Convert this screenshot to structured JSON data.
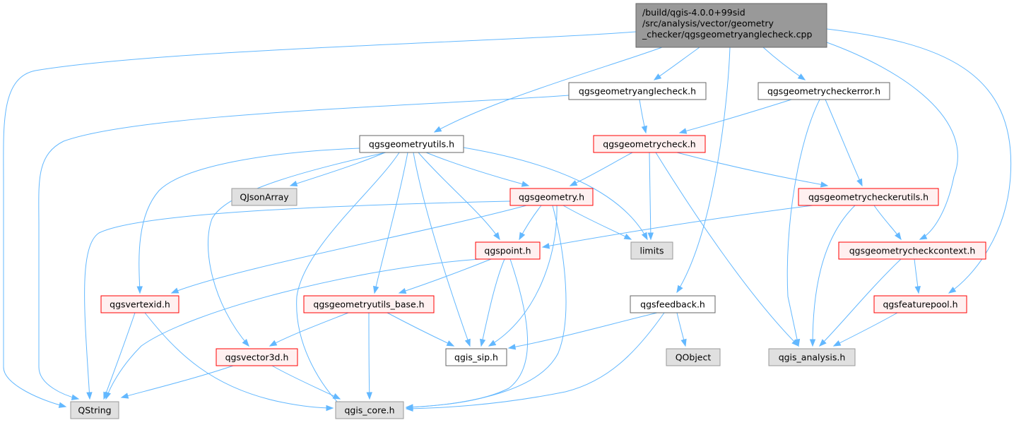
{
  "colors": {
    "edge": "#63b8ff",
    "root_fill": "#999999",
    "root_border": "#666666",
    "plain_fill": "#ffffff",
    "plain_border": "#666666",
    "red_fill": "#fff0f0",
    "red_border": "#ff0000",
    "gray_fill": "#e0e0e0",
    "gray_border": "#999999"
  },
  "nodes": [
    {
      "id": "root",
      "style": "root",
      "label": [
        "/build/qgis-4.0.0+99sid",
        "/src/analysis/vector/geometry",
        "_checker/qgsgeometryanglecheck.cpp"
      ]
    },
    {
      "id": "anglecheck_h",
      "style": "plain",
      "label": [
        "qgsgeometryanglecheck.h"
      ]
    },
    {
      "id": "checkerror_h",
      "style": "plain",
      "label": [
        "qgsgeometrycheckerror.h"
      ]
    },
    {
      "id": "geometryutils_h",
      "style": "plain",
      "label": [
        "qgsgeometryutils.h"
      ]
    },
    {
      "id": "geometrycheck_h",
      "style": "red",
      "label": [
        "qgsgeometrycheck.h"
      ]
    },
    {
      "id": "qjsonarray",
      "style": "gray",
      "label": [
        "QJsonArray"
      ]
    },
    {
      "id": "geometry_h",
      "style": "red",
      "label": [
        "qgsgeometry.h"
      ]
    },
    {
      "id": "checkerutils_h",
      "style": "red",
      "label": [
        "qgsgeometrycheckerutils.h"
      ]
    },
    {
      "id": "point_h",
      "style": "red",
      "label": [
        "qgspoint.h"
      ]
    },
    {
      "id": "limits",
      "style": "gray",
      "label": [
        "limits"
      ]
    },
    {
      "id": "checkcontext_h",
      "style": "red",
      "label": [
        "qgsgeometrycheckcontext.h"
      ]
    },
    {
      "id": "vertexid_h",
      "style": "red",
      "label": [
        "qgsvertexid.h"
      ]
    },
    {
      "id": "utils_base_h",
      "style": "red",
      "label": [
        "qgsgeometryutils_base.h"
      ]
    },
    {
      "id": "feedback_h",
      "style": "plain",
      "label": [
        "qgsfeedback.h"
      ]
    },
    {
      "id": "featurepool_h",
      "style": "red",
      "label": [
        "qgsfeaturepool.h"
      ]
    },
    {
      "id": "vector3d_h",
      "style": "red",
      "label": [
        "qgsvector3d.h"
      ]
    },
    {
      "id": "qgis_sip_h",
      "style": "plain",
      "label": [
        "qgis_sip.h"
      ]
    },
    {
      "id": "qobject",
      "style": "gray",
      "label": [
        "QObject"
      ]
    },
    {
      "id": "qgis_analysis_h",
      "style": "gray",
      "label": [
        "qgis_analysis.h"
      ]
    },
    {
      "id": "qstring",
      "style": "gray",
      "label": [
        "QString"
      ]
    },
    {
      "id": "qgis_core_h",
      "style": "gray",
      "label": [
        "qgis_core.h"
      ]
    }
  ],
  "edges": [
    {
      "from": "root",
      "to": "qstring"
    },
    {
      "from": "root",
      "to": "geometryutils_h"
    },
    {
      "from": "root",
      "to": "anglecheck_h"
    },
    {
      "from": "root",
      "to": "feedback_h"
    },
    {
      "from": "root",
      "to": "checkerror_h"
    },
    {
      "from": "root",
      "to": "checkcontext_h"
    },
    {
      "from": "root",
      "to": "featurepool_h"
    },
    {
      "from": "anglecheck_h",
      "to": "qstring"
    },
    {
      "from": "anglecheck_h",
      "to": "geometrycheck_h"
    },
    {
      "from": "checkerror_h",
      "to": "geometrycheck_h"
    },
    {
      "from": "checkerror_h",
      "to": "checkerutils_h"
    },
    {
      "from": "checkerror_h",
      "to": "qgis_analysis_h"
    },
    {
      "from": "geometryutils_h",
      "to": "vertexid_h"
    },
    {
      "from": "geometryutils_h",
      "to": "vector3d_h"
    },
    {
      "from": "geometryutils_h",
      "to": "qjsonarray"
    },
    {
      "from": "geometryutils_h",
      "to": "qgis_core_h"
    },
    {
      "from": "geometryutils_h",
      "to": "utils_base_h"
    },
    {
      "from": "geometryutils_h",
      "to": "qgis_sip_h"
    },
    {
      "from": "geometryutils_h",
      "to": "point_h"
    },
    {
      "from": "geometryutils_h",
      "to": "geometry_h"
    },
    {
      "from": "geometryutils_h",
      "to": "limits"
    },
    {
      "from": "geometrycheck_h",
      "to": "geometry_h"
    },
    {
      "from": "geometrycheck_h",
      "to": "limits"
    },
    {
      "from": "geometrycheck_h",
      "to": "checkerutils_h"
    },
    {
      "from": "geometrycheck_h",
      "to": "qgis_analysis_h"
    },
    {
      "from": "geometry_h",
      "to": "qstring"
    },
    {
      "from": "geometry_h",
      "to": "vertexid_h"
    },
    {
      "from": "geometry_h",
      "to": "point_h"
    },
    {
      "from": "geometry_h",
      "to": "limits"
    },
    {
      "from": "geometry_h",
      "to": "qgis_sip_h"
    },
    {
      "from": "geometry_h",
      "to": "qgis_core_h"
    },
    {
      "from": "checkerutils_h",
      "to": "point_h"
    },
    {
      "from": "checkerutils_h",
      "to": "checkcontext_h"
    },
    {
      "from": "checkerutils_h",
      "to": "qgis_analysis_h"
    },
    {
      "from": "point_h",
      "to": "qstring"
    },
    {
      "from": "point_h",
      "to": "utils_base_h"
    },
    {
      "from": "point_h",
      "to": "qgis_sip_h"
    },
    {
      "from": "point_h",
      "to": "qgis_core_h"
    },
    {
      "from": "checkcontext_h",
      "to": "featurepool_h"
    },
    {
      "from": "checkcontext_h",
      "to": "qgis_analysis_h"
    },
    {
      "from": "featurepool_h",
      "to": "qgis_analysis_h"
    },
    {
      "from": "vertexid_h",
      "to": "qstring"
    },
    {
      "from": "vertexid_h",
      "to": "qgis_core_h"
    },
    {
      "from": "utils_base_h",
      "to": "vector3d_h"
    },
    {
      "from": "utils_base_h",
      "to": "qgis_core_h"
    },
    {
      "from": "utils_base_h",
      "to": "qgis_sip_h"
    },
    {
      "from": "feedback_h",
      "to": "qgis_sip_h"
    },
    {
      "from": "feedback_h",
      "to": "qobject"
    },
    {
      "from": "feedback_h",
      "to": "qgis_core_h"
    },
    {
      "from": "vector3d_h",
      "to": "qstring"
    },
    {
      "from": "vector3d_h",
      "to": "qgis_core_h"
    }
  ]
}
